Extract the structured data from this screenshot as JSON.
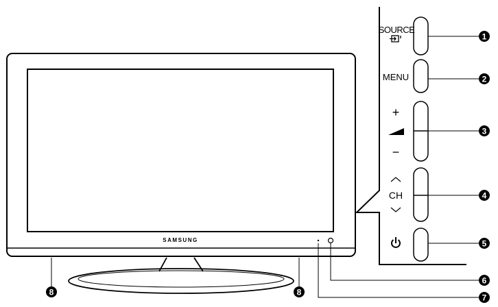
{
  "tv": {
    "brand": "SAMSUNG"
  },
  "panel": {
    "source_label": "SOURCE",
    "menu_label": "MENU",
    "vol_plus": "+",
    "vol_minus": "−",
    "ch_up": "︿",
    "ch_label": "CH",
    "ch_down": "﹀",
    "source_icon": "input-source-icon",
    "power_icon": "power-icon",
    "volume_icon": "volume-wedge-icon"
  },
  "callouts": {
    "c1": "1",
    "c2": "2",
    "c3": "3",
    "c4": "4",
    "c5": "5",
    "c6": "6",
    "c7": "7",
    "c8a": "8",
    "c8b": "8"
  }
}
